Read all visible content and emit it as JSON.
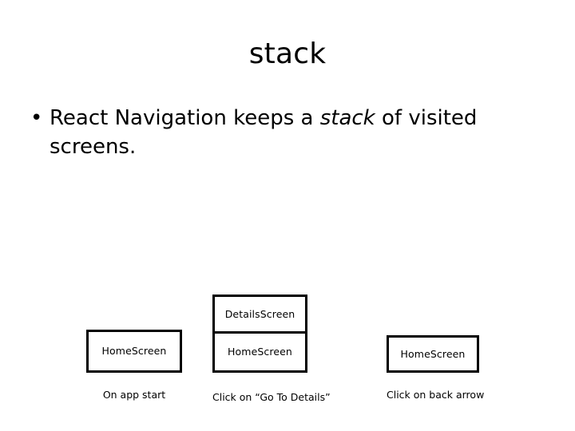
{
  "slide": {
    "title": "stack",
    "bullets": [
      {
        "marker": "•",
        "text_before": "React Navigation keeps a ",
        "emphasis": "stack",
        "text_after": " of visited screens."
      }
    ]
  },
  "diagram": {
    "groups": [
      {
        "id": "on-app-start",
        "frames": [
          {
            "label": "HomeScreen"
          }
        ],
        "caption": "On app start"
      },
      {
        "id": "go-to-details",
        "frames": [
          {
            "label": "DetailsScreen"
          },
          {
            "label": "HomeScreen"
          }
        ],
        "caption": "Click on “Go To Details”"
      },
      {
        "id": "back-arrow",
        "frames": [
          {
            "label": "HomeScreen"
          }
        ],
        "caption": "Click on back arrow"
      }
    ]
  },
  "colors": {
    "background": "#ffffff",
    "text": "#000000",
    "frame_border": "#000000"
  }
}
